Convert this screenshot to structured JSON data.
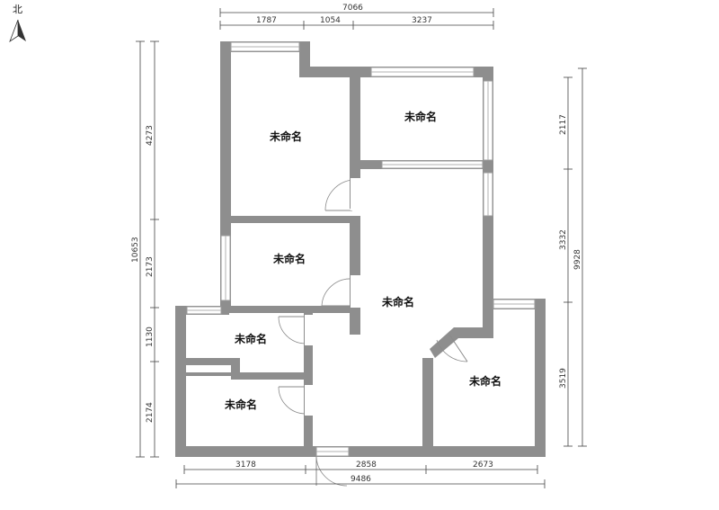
{
  "compass": {
    "label": "北",
    "icon": "north-arrow-icon"
  },
  "colors": {
    "wall": "#8e8e8e",
    "dimension": "#444444",
    "text": "#111111"
  },
  "rooms": [
    {
      "id": "room-1",
      "label": "未命名"
    },
    {
      "id": "room-2",
      "label": "未命名"
    },
    {
      "id": "room-3",
      "label": "未命名"
    },
    {
      "id": "room-4",
      "label": "未命名"
    },
    {
      "id": "room-5",
      "label": "未命名"
    },
    {
      "id": "room-6",
      "label": "未命名"
    },
    {
      "id": "room-7",
      "label": "未命名"
    }
  ],
  "dimensions": {
    "top_total": "7066",
    "top": [
      "1787",
      "1054",
      "3237"
    ],
    "bottom": [
      "3178",
      "2858",
      "2673"
    ],
    "bottom_total": "9486",
    "left_total": "10653",
    "left": [
      "4273",
      "2173",
      "1130",
      "2174"
    ],
    "right": [
      "2117",
      "3332",
      "3519"
    ],
    "right_total": "9928"
  }
}
